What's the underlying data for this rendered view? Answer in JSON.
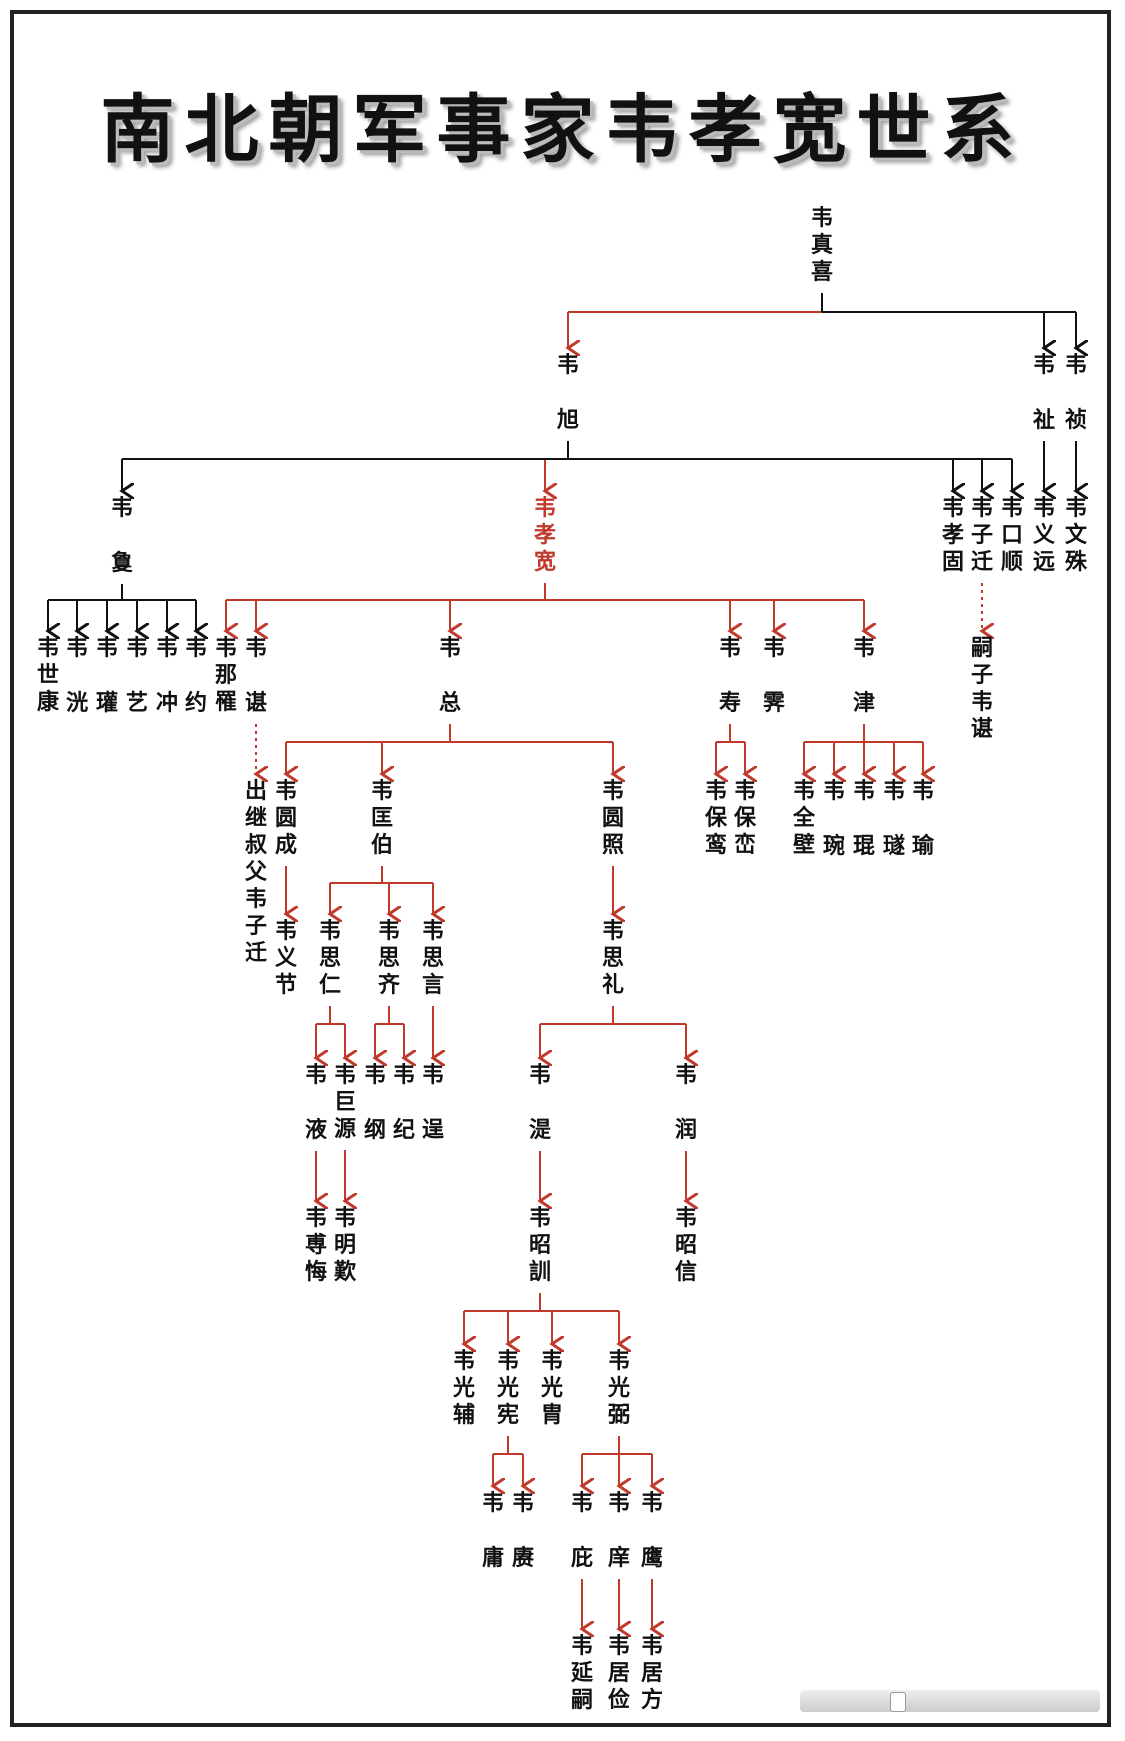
{
  "title": "南北朝军事家韦孝宽世系",
  "colors": {
    "main_line": "#c0392b",
    "other_line": "#111111",
    "frame": "#222222"
  },
  "nodes": [
    {
      "id": "n1",
      "text": "韦真喜"
    },
    {
      "id": "n2",
      "text": "韦旭"
    },
    {
      "id": "n3",
      "text": "韦祉"
    },
    {
      "id": "n4",
      "text": "韦祯"
    },
    {
      "id": "n5",
      "text": "韦敻"
    },
    {
      "id": "n6",
      "text": "韦孝宽"
    },
    {
      "id": "n7",
      "text": "韦孝固"
    },
    {
      "id": "n8",
      "text": "韦子迁"
    },
    {
      "id": "n9",
      "text": "韦口顺"
    },
    {
      "id": "n10",
      "text": "韦义远"
    },
    {
      "id": "n11",
      "text": "韦文殊"
    },
    {
      "id": "n12",
      "text": "韦世康"
    },
    {
      "id": "n13",
      "text": "韦洸"
    },
    {
      "id": "n14",
      "text": "韦瓘"
    },
    {
      "id": "n15",
      "text": "韦艺"
    },
    {
      "id": "n16",
      "text": "韦冲"
    },
    {
      "id": "n17",
      "text": "韦约"
    },
    {
      "id": "n18",
      "text": "韦那罹"
    },
    {
      "id": "n19",
      "text": "韦谌"
    },
    {
      "id": "n20",
      "text": "韦总"
    },
    {
      "id": "n21",
      "text": "韦寿"
    },
    {
      "id": "n22",
      "text": "韦霁"
    },
    {
      "id": "n23",
      "text": "韦津"
    },
    {
      "id": "n24",
      "text": "嗣子韦谌"
    },
    {
      "id": "n25",
      "text": "出继叔父韦子迁"
    },
    {
      "id": "n26",
      "text": "韦圆成"
    },
    {
      "id": "n27",
      "text": "韦匡伯"
    },
    {
      "id": "n28",
      "text": "韦圆照"
    },
    {
      "id": "n29",
      "text": "韦保鸾"
    },
    {
      "id": "n30",
      "text": "韦保峦"
    },
    {
      "id": "n31",
      "text": "韦全壁"
    },
    {
      "id": "n32",
      "text": "韦琬"
    },
    {
      "id": "n33",
      "text": "韦琨"
    },
    {
      "id": "n34",
      "text": "韦璲"
    },
    {
      "id": "n35",
      "text": "韦瑜"
    },
    {
      "id": "n36",
      "text": "韦义节"
    },
    {
      "id": "n37",
      "text": "韦思仁"
    },
    {
      "id": "n38",
      "text": "韦思齐"
    },
    {
      "id": "n39",
      "text": "韦思言"
    },
    {
      "id": "n40",
      "text": "韦思礼"
    },
    {
      "id": "n41",
      "text": "韦液"
    },
    {
      "id": "n42",
      "text": "韦巨源"
    },
    {
      "id": "n43",
      "text": "韦纲"
    },
    {
      "id": "n44",
      "text": "韦纪"
    },
    {
      "id": "n45",
      "text": "韦逞"
    },
    {
      "id": "n46",
      "text": "韦湜"
    },
    {
      "id": "n47",
      "text": "韦润"
    },
    {
      "id": "n48",
      "text": "韦尃悔"
    },
    {
      "id": "n49",
      "text": "韦明歎"
    },
    {
      "id": "n50",
      "text": "韦昭訓"
    },
    {
      "id": "n51",
      "text": "韦昭信"
    },
    {
      "id": "n52",
      "text": "韦光辅"
    },
    {
      "id": "n53",
      "text": "韦光宪"
    },
    {
      "id": "n54",
      "text": "韦光胄"
    },
    {
      "id": "n55",
      "text": "韦光弼"
    },
    {
      "id": "n56",
      "text": "韦庸"
    },
    {
      "id": "n57",
      "text": "韦赓"
    },
    {
      "id": "n58",
      "text": "韦庇"
    },
    {
      "id": "n59",
      "text": "韦庠"
    },
    {
      "id": "n60",
      "text": "韦鹰"
    },
    {
      "id": "n61",
      "text": "韦延嗣"
    },
    {
      "id": "n62",
      "text": "韦居俭"
    },
    {
      "id": "n63",
      "text": "韦居方"
    }
  ],
  "edges": [
    {
      "from": "n1",
      "to": [
        "n2"
      ],
      "color": "red"
    },
    {
      "from": "n1",
      "to": [
        "n3",
        "n4"
      ],
      "color": "black"
    },
    {
      "from": "n2",
      "to": [
        "n6"
      ],
      "color": "red"
    },
    {
      "from": "n2",
      "to": [
        "n5",
        "n7",
        "n8",
        "n9"
      ],
      "color": "black"
    },
    {
      "from": "n3",
      "to": [
        "n10"
      ],
      "color": "black"
    },
    {
      "from": "n4",
      "to": [
        "n11"
      ],
      "color": "black"
    },
    {
      "from": "n5",
      "to": [
        "n12",
        "n13",
        "n14",
        "n15",
        "n16",
        "n17"
      ],
      "color": "black"
    },
    {
      "from": "n6",
      "to": [
        "n18",
        "n19",
        "n20",
        "n21",
        "n22",
        "n23"
      ],
      "color": "red"
    },
    {
      "from": "n8",
      "to": [
        "n24"
      ],
      "color": "red",
      "dashed": true
    },
    {
      "from": "n19",
      "to": [
        "n25"
      ],
      "color": "red",
      "dashed": true
    },
    {
      "from": "n20",
      "to": [
        "n26",
        "n27",
        "n28"
      ],
      "color": "red"
    },
    {
      "from": "n21",
      "to": [
        "n29",
        "n30"
      ],
      "color": "red"
    },
    {
      "from": "n23",
      "to": [
        "n31",
        "n32",
        "n33",
        "n34",
        "n35"
      ],
      "color": "red"
    },
    {
      "from": "n26",
      "to": [
        "n36"
      ],
      "color": "red"
    },
    {
      "from": "n27",
      "to": [
        "n37",
        "n38",
        "n39"
      ],
      "color": "red"
    },
    {
      "from": "n28",
      "to": [
        "n40"
      ],
      "color": "red"
    },
    {
      "from": "n37",
      "to": [
        "n41",
        "n42"
      ],
      "color": "red"
    },
    {
      "from": "n38",
      "to": [
        "n43",
        "n44"
      ],
      "color": "red"
    },
    {
      "from": "n39",
      "to": [
        "n45"
      ],
      "color": "red"
    },
    {
      "from": "n40",
      "to": [
        "n46",
        "n47"
      ],
      "color": "red"
    },
    {
      "from": "n41",
      "to": [
        "n48"
      ],
      "color": "red"
    },
    {
      "from": "n42",
      "to": [
        "n49"
      ],
      "color": "red"
    },
    {
      "from": "n46",
      "to": [
        "n50"
      ],
      "color": "red"
    },
    {
      "from": "n47",
      "to": [
        "n51"
      ],
      "color": "red"
    },
    {
      "from": "n50",
      "to": [
        "n52",
        "n53",
        "n54",
        "n55"
      ],
      "color": "red"
    },
    {
      "from": "n53",
      "to": [
        "n56",
        "n57"
      ],
      "color": "red"
    },
    {
      "from": "n55",
      "to": [
        "n58",
        "n59",
        "n60"
      ],
      "color": "red"
    },
    {
      "from": "n58",
      "to": [
        "n61"
      ],
      "color": "red"
    },
    {
      "from": "n59",
      "to": [
        "n62"
      ],
      "color": "red"
    },
    {
      "from": "n60",
      "to": [
        "n63"
      ],
      "color": "red"
    }
  ],
  "highlighted": [
    "n6"
  ]
}
